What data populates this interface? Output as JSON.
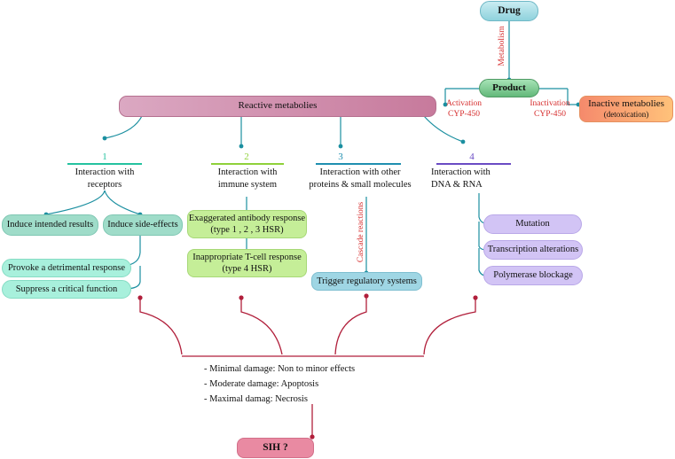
{
  "top": {
    "drug": "Drug",
    "metabolism": "Metabolism",
    "product": "Product",
    "activation": "Activation",
    "activation_enzyme": "CYP-450",
    "inactivation": "Inactivation",
    "inactivation_enzyme": "CYP-450",
    "inactive_title": "Inactive metabolies",
    "inactive_sub": "(detoxication)",
    "reactive": "Reactive metabolies"
  },
  "branches": [
    {
      "num": "1",
      "title_1": "Interaction with",
      "title_2": "receptors",
      "color": "#25c2a0"
    },
    {
      "num": "2",
      "title_1": "Interaction with",
      "title_2": "immune system",
      "color": "#8fd13a"
    },
    {
      "num": "3",
      "title_1": "Interaction with other",
      "title_2": "proteins & small molecules",
      "color": "#1f8fb0"
    },
    {
      "num": "4",
      "title_1": "Interaction with",
      "title_2": "DNA & RNA",
      "color": "#6a4cc4"
    }
  ],
  "receptors": {
    "intended": "Induce intended results",
    "side": "Induce side-effects",
    "provoke": "Provoke a detrimental response",
    "suppress": "Suppress a critical function"
  },
  "immune": {
    "antibody_1": "Exaggerated antibody response",
    "antibody_2": "(type 1 , 2 , 3 HSR)",
    "tcell_1": "Inappropriate T-cell response",
    "tcell_2": "(type 4 HSR)"
  },
  "proteins": {
    "cascade": "Cascade reactions",
    "trigger": "Trigger regulatory systems"
  },
  "dna": {
    "mutation": "Mutation",
    "transcription": "Transcription alterations",
    "polymerase": "Polymerase blockage"
  },
  "damage": {
    "minimal": "- Minimal damage: Non to minor effects",
    "moderate": "- Moderate damage: Apoptosis",
    "maximal": "- Maximal damag: Necrosis"
  },
  "sih": "SIH ?",
  "colors": {
    "teal_line": "#1b8fa0",
    "red_line": "#b11f3b",
    "mint": "#a8f0dc",
    "sage": "#9fdcc9",
    "lime": "#c5ee98",
    "sky": "#9fd6e4",
    "lavender": "#d2c4f5",
    "pink": "#e98aa2"
  }
}
